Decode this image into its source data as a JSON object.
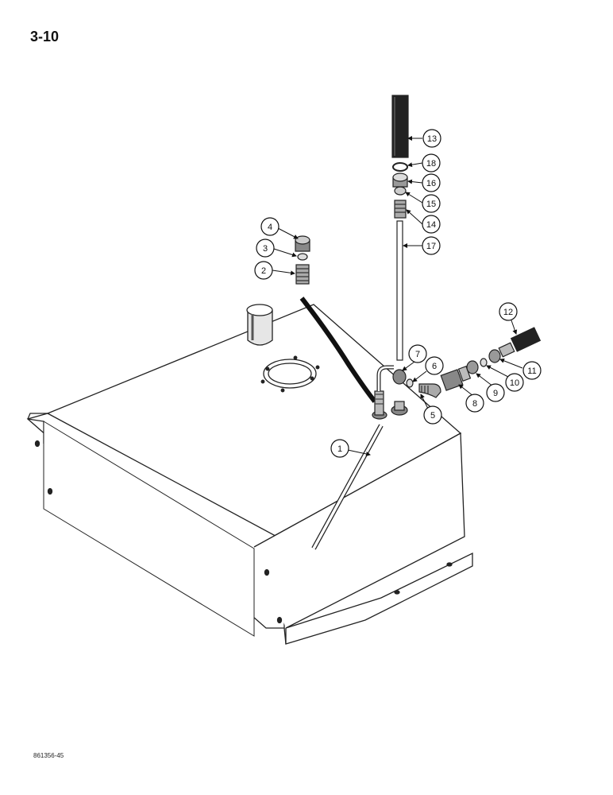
{
  "header": {
    "page_number": "3-10"
  },
  "footer": {
    "figure_code": "861356-45"
  },
  "callouts": [
    {
      "id": "1",
      "label": "1"
    },
    {
      "id": "2",
      "label": "2"
    },
    {
      "id": "3",
      "label": "3"
    },
    {
      "id": "4",
      "label": "4"
    },
    {
      "id": "5",
      "label": "5"
    },
    {
      "id": "6",
      "label": "6"
    },
    {
      "id": "7",
      "label": "7"
    },
    {
      "id": "8",
      "label": "8"
    },
    {
      "id": "9",
      "label": "9"
    },
    {
      "id": "10",
      "label": "10"
    },
    {
      "id": "11",
      "label": "11"
    },
    {
      "id": "12",
      "label": "12"
    },
    {
      "id": "13",
      "label": "13"
    },
    {
      "id": "14",
      "label": "14"
    },
    {
      "id": "15",
      "label": "15"
    },
    {
      "id": "16",
      "label": "16"
    },
    {
      "id": "17",
      "label": "17"
    },
    {
      "id": "18",
      "label": "18"
    }
  ]
}
